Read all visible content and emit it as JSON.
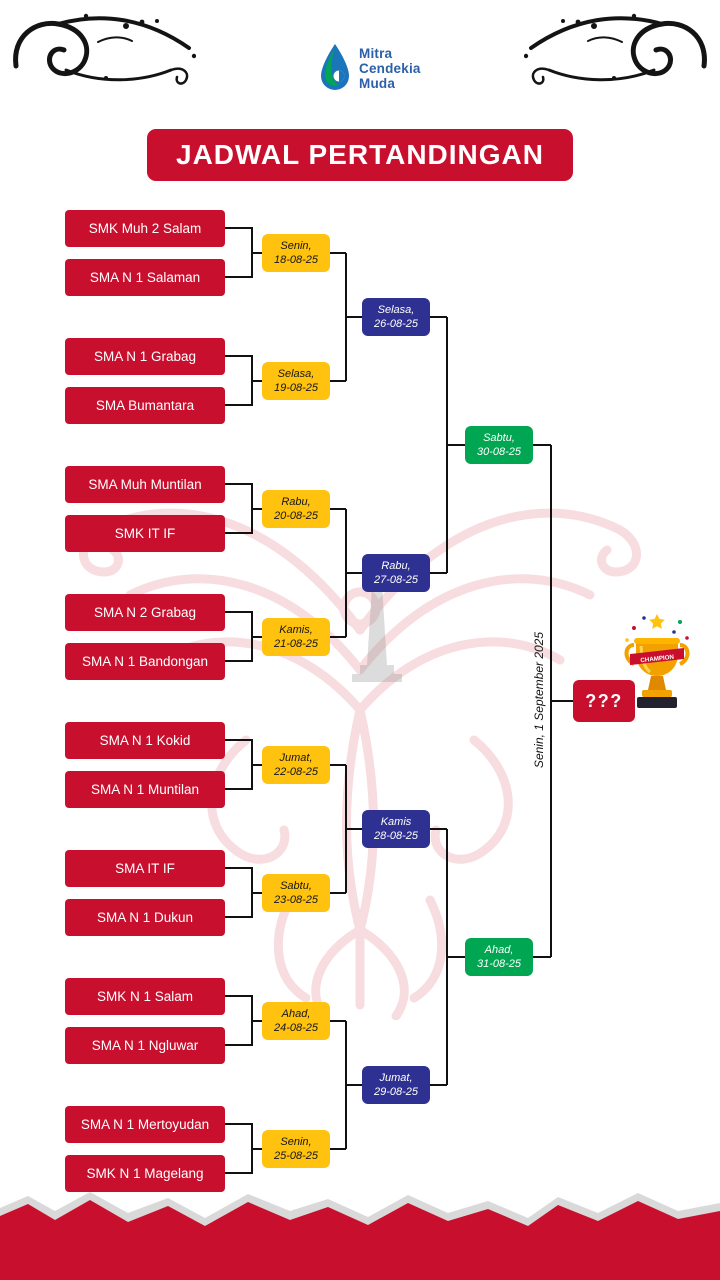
{
  "page": {
    "title": "JADWAL PERTANDINGAN"
  },
  "logo": {
    "line1": "Mitra",
    "line2": "Cendekia",
    "line3": "Muda"
  },
  "colors": {
    "red": "#C8102E",
    "yellow": "#FFC20E",
    "blue": "#2E3192",
    "green": "#00A651"
  },
  "round1": {
    "pairs": [
      {
        "team_a": "SMK Muh 2 Salam",
        "team_b": "SMA N 1 Salaman",
        "day": "Senin,",
        "date": "18-08-25"
      },
      {
        "team_a": "SMA N 1 Grabag",
        "team_b": "SMA Bumantara",
        "day": "Selasa,",
        "date": "19-08-25"
      },
      {
        "team_a": "SMA Muh Muntilan",
        "team_b": "SMK IT IF",
        "day": "Rabu,",
        "date": "20-08-25"
      },
      {
        "team_a": "SMA N 2 Grabag",
        "team_b": "SMA N 1 Bandongan",
        "day": "Kamis,",
        "date": "21-08-25"
      },
      {
        "team_a": "SMA N 1 Kokid",
        "team_b": "SMA N 1 Muntilan",
        "day": "Jumat,",
        "date": "22-08-25"
      },
      {
        "team_a": "SMA IT IF",
        "team_b": "SMA N 1 Dukun",
        "day": "Sabtu,",
        "date": "23-08-25"
      },
      {
        "team_a": "SMK N 1 Salam",
        "team_b": "SMA N 1 Ngluwar",
        "day": "Ahad,",
        "date": "24-08-25"
      },
      {
        "team_a": "SMA N 1 Mertoyudan",
        "team_b": "SMK N 1 Magelang",
        "day": "Senin,",
        "date": "25-08-25"
      }
    ]
  },
  "round2": [
    {
      "day": "Selasa,",
      "date": "26-08-25"
    },
    {
      "day": "Rabu,",
      "date": "27-08-25"
    },
    {
      "day": "Kamis",
      "date": "28-08-25"
    },
    {
      "day": "Jumat,",
      "date": "29-08-25"
    }
  ],
  "round3": [
    {
      "day": "Sabtu,",
      "date": "30-08-25"
    },
    {
      "day": "Ahad,",
      "date": "31-08-25"
    }
  ],
  "final": {
    "date": "Senin, 1 September 2025",
    "winner": "???",
    "trophy_ribbon": "CHAMPION"
  }
}
